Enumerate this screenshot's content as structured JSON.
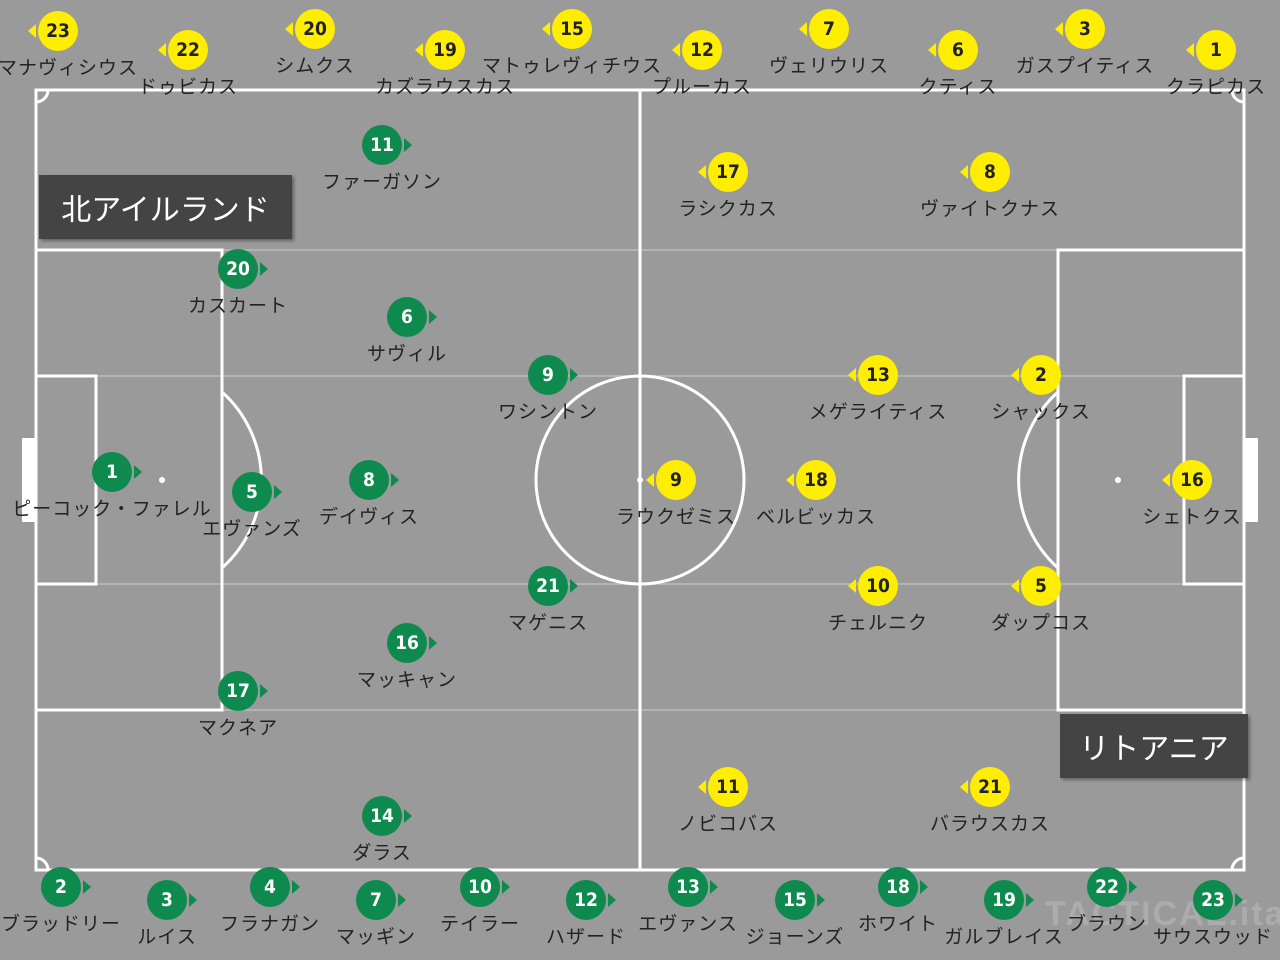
{
  "colors": {
    "background": "#9a9a9a",
    "lines": "#ffffff",
    "home": "#0e8a4f",
    "away": "#ffee00",
    "label_box": "#444444"
  },
  "teams": {
    "home_name": "北アイルランド",
    "away_name": "リトアニア"
  },
  "watermark": "TACTICAL.ita",
  "home_starters": [
    {
      "num": "1",
      "name": "ピーコック・ファレル"
    },
    {
      "num": "11",
      "name": "ファーガソン"
    },
    {
      "num": "20",
      "name": "カスカート"
    },
    {
      "num": "6",
      "name": "サヴィル"
    },
    {
      "num": "9",
      "name": "ワシントン"
    },
    {
      "num": "5",
      "name": "エヴァンズ"
    },
    {
      "num": "8",
      "name": "デイヴィス"
    },
    {
      "num": "21",
      "name": "マゲニス"
    },
    {
      "num": "16",
      "name": "マッキャン"
    },
    {
      "num": "17",
      "name": "マクネア"
    },
    {
      "num": "14",
      "name": "ダラス"
    }
  ],
  "away_starters": [
    {
      "num": "17",
      "name": "ラシクカス"
    },
    {
      "num": "8",
      "name": "ヴァイトクナス"
    },
    {
      "num": "13",
      "name": "メゲライティス"
    },
    {
      "num": "2",
      "name": "シャックス"
    },
    {
      "num": "9",
      "name": "ラウクゼミス"
    },
    {
      "num": "18",
      "name": "ベルビッカス"
    },
    {
      "num": "16",
      "name": "シェトクス"
    },
    {
      "num": "10",
      "name": "チェルニク"
    },
    {
      "num": "5",
      "name": "ダップコス"
    },
    {
      "num": "11",
      "name": "ノビコバス"
    },
    {
      "num": "21",
      "name": "バラウスカス"
    }
  ],
  "away_subs": [
    {
      "num": "23",
      "name": "ルマナヴィシウス"
    },
    {
      "num": "22",
      "name": "ドゥビカス"
    },
    {
      "num": "20",
      "name": "シムクス"
    },
    {
      "num": "19",
      "name": "カズラウスカス"
    },
    {
      "num": "15",
      "name": "マトゥレヴィチウス"
    },
    {
      "num": "12",
      "name": "プルーカス"
    },
    {
      "num": "7",
      "name": "ヴェリウリス"
    },
    {
      "num": "6",
      "name": "クティス"
    },
    {
      "num": "3",
      "name": "ガスプイティス"
    },
    {
      "num": "1",
      "name": "クラピカス"
    }
  ],
  "home_subs": [
    {
      "num": "2",
      "name": "ブラッドリー"
    },
    {
      "num": "3",
      "name": "ルイス"
    },
    {
      "num": "4",
      "name": "フラナガン"
    },
    {
      "num": "7",
      "name": "マッギン"
    },
    {
      "num": "10",
      "name": "テイラー"
    },
    {
      "num": "12",
      "name": "ハザード"
    },
    {
      "num": "13",
      "name": "エヴァンス"
    },
    {
      "num": "15",
      "name": "ジョーンズ"
    },
    {
      "num": "18",
      "name": "ホワイト"
    },
    {
      "num": "19",
      "name": "ガルブレイス"
    },
    {
      "num": "22",
      "name": "ブラウン"
    },
    {
      "num": "23",
      "name": "サウスウッド"
    }
  ]
}
